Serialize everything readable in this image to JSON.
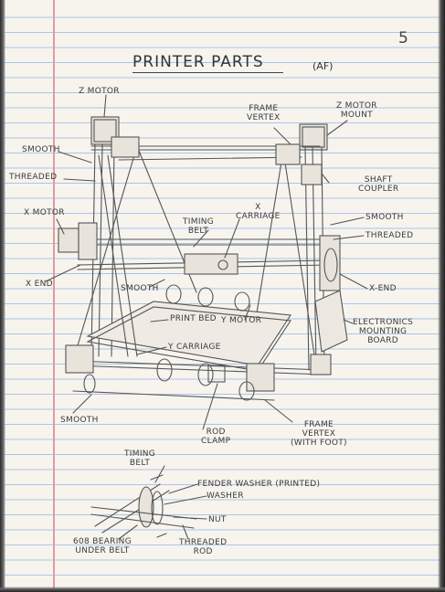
{
  "page_number": "5",
  "title": "Printer Parts",
  "subtitle": "(AF)",
  "labels": {
    "z_motor": "Z Motor",
    "frame_vertex": "Frame\nVertex",
    "z_motor_mount": "Z Motor\nMount",
    "smooth_top_left": "Smooth",
    "threaded_left": "Threaded",
    "shaft_coupler": "Shaft\nCoupler",
    "x_carriage": "X\nCarriage",
    "timing_belt_top": "Timing\nBelt",
    "x_motor": "X Motor",
    "smooth_right": "Smooth",
    "threaded_right": "Threaded",
    "x_end_left": "X End",
    "smooth_middle": "Smooth",
    "x_end_right": "X-End",
    "print_bed": "Print Bed",
    "y_motor": "Y Motor",
    "electronics_board": "Electronics\nMounting\nBoard",
    "y_carriage": "Y Carriage",
    "smooth_bottom": "Smooth",
    "rod_clamp": "Rod\nClamp",
    "frame_vertex_foot": "Frame\nVertex\n(with Foot)",
    "timing_belt_bottom": "Timing\nBelt",
    "fender_washer": "Fender Washer (Printed)",
    "washer": "Washer",
    "nut": "Nut",
    "bearing": "608 Bearing\nUnder Belt",
    "threaded_rod": "Threaded\nRod"
  }
}
